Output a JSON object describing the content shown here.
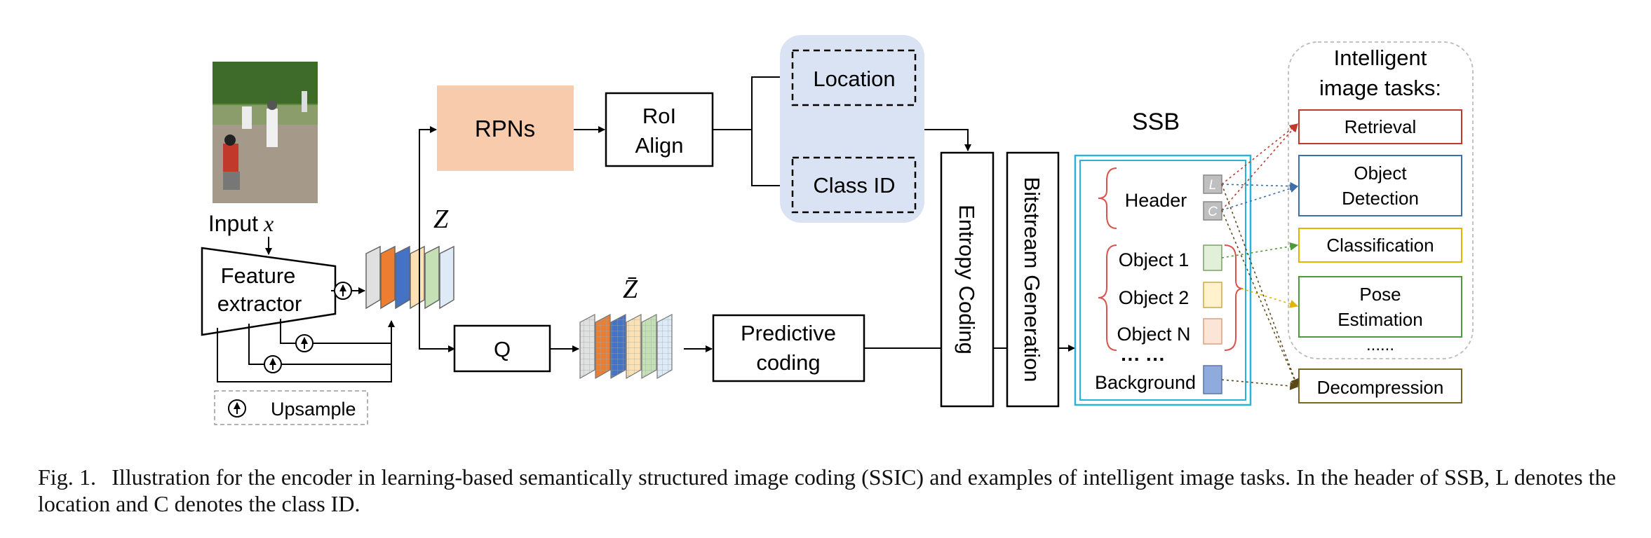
{
  "input_label": "Input",
  "input_symbol": "x",
  "feature_extractor": [
    "Feature",
    "extractor"
  ],
  "z_label": "Z",
  "zbar_label": "Z̄",
  "rpns": "RPNs",
  "roi_align": [
    "RoI",
    "Align"
  ],
  "location": "Location",
  "class_id": "Class ID",
  "q": "Q",
  "predictive_coding": [
    "Predictive",
    "coding"
  ],
  "entropy_coding": "Entropy Coding",
  "bitstream_generation": "Bitstream Generation",
  "ssb": "SSB",
  "ssb_items": {
    "header": "Header",
    "header_l": "L",
    "header_c": "C",
    "object1": "Object 1",
    "object2": "Object 2",
    "objectN": "Object N",
    "ellipsis": "··· ···",
    "background": "Background"
  },
  "upsample_legend": "Upsample",
  "tasks_title": [
    "Intelligent",
    "image tasks:"
  ],
  "tasks": [
    {
      "label": [
        "Retrieval"
      ],
      "color": "#c0392b"
    },
    {
      "label": [
        "Object",
        "Detection"
      ],
      "color": "#3d6fa8"
    },
    {
      "label": [
        "Classification"
      ],
      "color": "#e0b400"
    },
    {
      "label": [
        "Pose",
        "Estimation"
      ],
      "color": "#4e9a3a"
    }
  ],
  "tasks_ellipsis": "......",
  "decompression": "Decompression",
  "decompression_color": "#7a6420",
  "colors": {
    "rpns_fill": "#f8cbad",
    "semantic_panel": "#dae3f3",
    "ssb_border": "#2ab3d6",
    "obj1": "#e2f0d9",
    "obj2": "#fff2cc",
    "objN": "#fbe5d6",
    "background_block": "#8faadc",
    "feature_layers": [
      "#e0e0e0",
      "#ed7d31",
      "#4472c4",
      "#ffe0b2",
      "#c5e0b4",
      "#deebf7"
    ]
  },
  "caption": {
    "label": "Fig. 1.",
    "text": "Illustration for the encoder in learning-based semantically structured image coding (SSIC) and examples of intelligent image tasks. In the header of SSB, L denotes the location and C denotes the class ID."
  }
}
